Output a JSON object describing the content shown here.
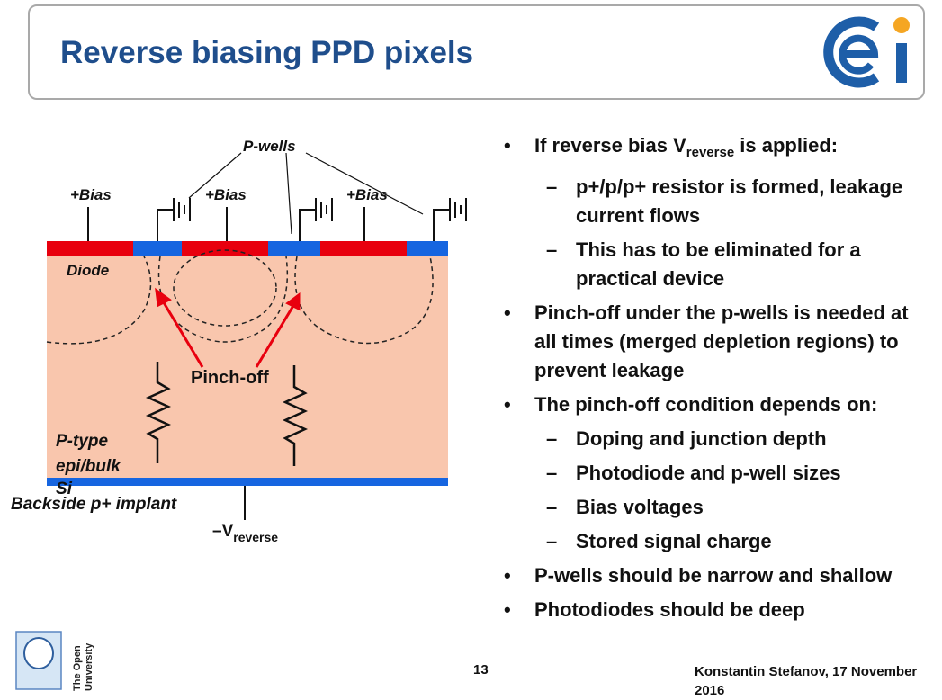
{
  "slide": {
    "title": "Reverse biasing PPD pixels"
  },
  "diagram": {
    "label_pwells": "P-wells",
    "label_bias": "+Bias",
    "label_diode": "Diode",
    "label_pinchoff": "Pinch-off",
    "label_ptype_1": "P-type",
    "label_ptype_2": "epi/bulk",
    "label_ptype_3": "Si",
    "label_backside": "Backside p+ implant",
    "label_vrev_main": "–V",
    "label_vrev_sub": "reverse",
    "colors": {
      "substrate": "#f9c6ad",
      "diode": "#e8000e",
      "pwell": "#1665e0",
      "arrow": "#e8000e"
    }
  },
  "bullets": {
    "b1_pre": "If reverse bias V",
    "b1_sub": "reverse",
    "b1_post": " is applied:",
    "b1_1": "p+/p/p+ resistor is formed, leakage current flows",
    "b1_2": "This has to be eliminated for a practical device",
    "b2": "Pinch-off under the p-wells is needed at all times (merged depletion regions) to prevent leakage",
    "b3": "The pinch-off condition depends on:",
    "b3_1": "Doping and junction depth",
    "b3_2": "Photodiode and p-well sizes",
    "b3_3": "Bias voltages",
    "b3_4": "Stored signal charge",
    "b4": "P-wells should be narrow and shallow",
    "b5": "Photodiodes should be deep",
    "bullet_mark": "•",
    "dash_mark": "–"
  },
  "footer": {
    "university_line1": "The Open",
    "university_line2": "University",
    "page": "13",
    "author": "Konstantin Stefanov, 17 November 2016"
  }
}
